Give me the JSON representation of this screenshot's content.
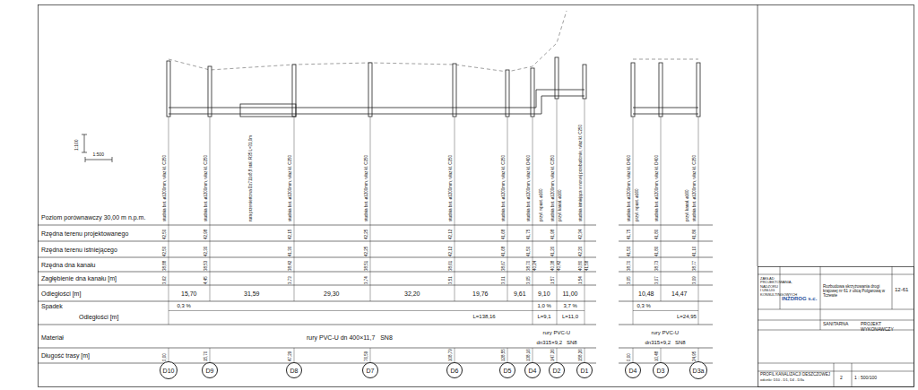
{
  "diagram": {
    "nodes": [
      {
        "text": [
          "D10"
        ]
      },
      {
        "text": [
          "D9"
        ]
      },
      {
        "text": [
          "D8"
        ]
      },
      {
        "text": [
          "D7"
        ]
      },
      {
        "text": [
          "D6"
        ]
      },
      {
        "text": [
          "D5"
        ]
      },
      {
        "text": [
          "D4"
        ]
      },
      {
        "text": [
          "D2"
        ]
      },
      {
        "text": [
          "D1"
        ]
      },
      {
        "text": [
          "D4"
        ]
      },
      {
        "text": [
          "D3"
        ]
      },
      {
        "text": [
          "D3a"
        ]
      }
    ],
    "labels": [
      "1:100",
      "1:500",
      "Poziom porównawczy 30,00 m n.p.m.",
      "Rzędna terenu projektowanego",
      "Rzędna terenu istniejącego",
      "Rzędna dna kanału",
      "Zagłębienie dna kanału [m]",
      "Odległości [m]",
      "Spadek",
      "Odległości [m]",
      "Materiał",
      "Długość trasy [m]",
      "studnia bet. ø1200mm, właz kl. C250",
      "studnia bet. ø1200mm, właz kl. C250",
      "rura przewiertowa Dz711x8,8 stal. R35 L=31,0m",
      "studnia bet. ø1200mm, właz kl. C250",
      "studnia bet. ø1200mm, właz kl. C250",
      "studnia bet. ø1200mm, właz kl. C250",
      "studnia bet. ø1200mm, właz kl. C250",
      "studnia bet. ø1200mm, właz kl. D400",
      "przył. wpust. ø160",
      "studnia bet. ø1200mm, właz kl. C250",
      "przył. kanał. ø160",
      "studnia istniejąca w nowej przebudowie, właz kl. C250",
      "studnia bet. ø1200mm, właz kl. D400",
      "przył. wpust. ø160",
      "studnia bet. ø1200mm, właz kl. D400",
      "przył. kanał. ø160",
      "studnia bet. ø1200mm, właz kl. C250",
      "42,50",
      "42,98",
      "42,15",
      "42,25",
      "42,12",
      "41,68",
      "41,75",
      "41,98",
      "42,34",
      "41,75",
      "41,80",
      "41,86",
      "42,50",
      "42,30",
      "41,30",
      "42,25",
      "42,12",
      "41,68",
      "41,50",
      "41,20",
      "42,20",
      "41,50",
      "41,80",
      "41,10",
      "38,88",
      "38,53",
      "38,42",
      "38,51",
      "38,61",
      "38,67",
      "38,70",
      "40,24",
      "40,38",
      "40,42",
      "40,80",
      "41,58",
      "38,70",
      "38,73",
      "38,77",
      "3,62",
      "4,45",
      "3,73",
      "3,74",
      "3,51",
      "3,01",
      "3,05",
      "1,57",
      "1,54",
      "3,05",
      "3,07",
      "3,09",
      "15,70",
      "31,59",
      "29,30",
      "32,20",
      "19,76",
      "9,61",
      "9,10",
      "11,00",
      "10,48",
      "14,47",
      "0,3 %",
      "1,0 %",
      "3,7 %",
      "0,3 %",
      "L=138,16",
      "L=9,1",
      "L=11,0",
      "L=24,95",
      "rury PVC-U dn 400×11,7   SN8",
      "rury PVC-U",
      "dn315×9,2   SN8",
      "rury PVC-U",
      "dn315×9,2   SN8",
      "0,00",
      "15,70",
      "47,29",
      "76,59",
      "108,79",
      "128,55",
      "138,16",
      "147,26",
      "158,26",
      "0,00",
      "10,48",
      "24,95",
      "ZAKŁAD PROJEKTOWANIA, NADZORU I USŁUG KONSULTINGOWYCH",
      "INŻDROG s.c.",
      "Rozbudowa skrzyżowania drogi krajowej nr 61 z ulicą Polgarową w Tczewie",
      "12-61",
      "SANITARNA",
      "PROJEKT WYKONAWCZY",
      "PROFIL KANALIZACJI DESZCZOWEJ",
      "odcinki: D10 - D1, D4 - D3a",
      "2",
      "1 : 500/100"
    ]
  }
}
